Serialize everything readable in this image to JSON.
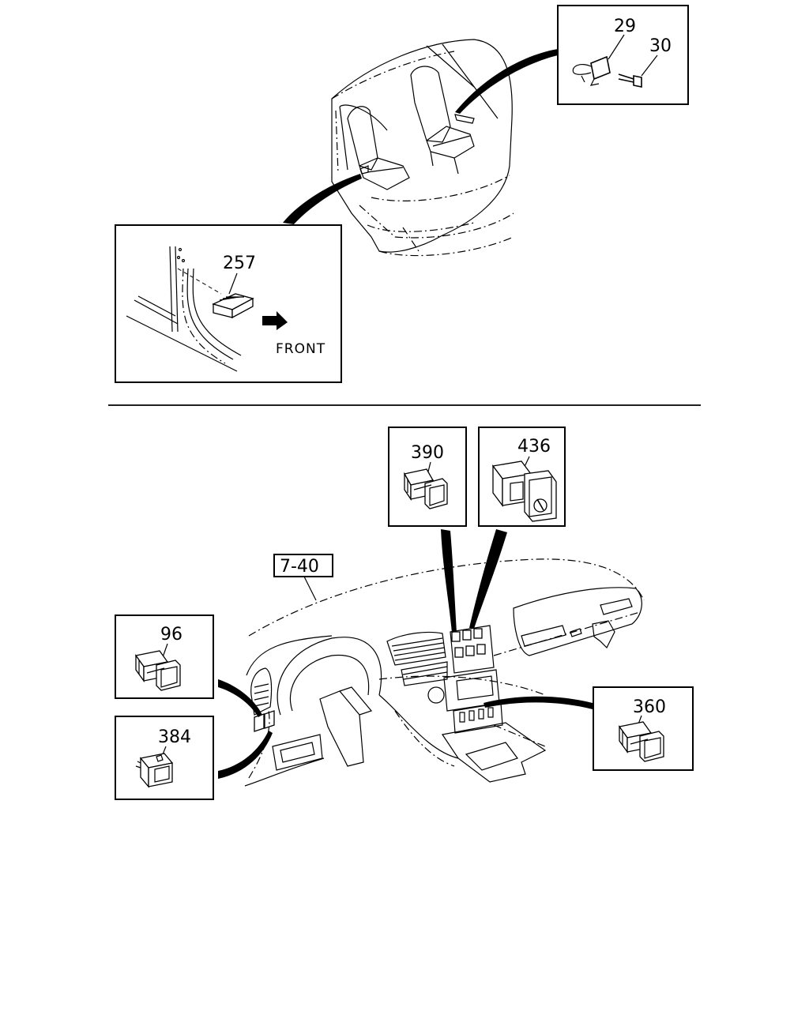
{
  "callouts": {
    "c29": "29",
    "c30": "30",
    "c257": "257",
    "c390": "390",
    "c436": "436",
    "c96": "96",
    "c384": "384",
    "c360": "360"
  },
  "reference_label": "7-40",
  "direction_label": "FRONT"
}
